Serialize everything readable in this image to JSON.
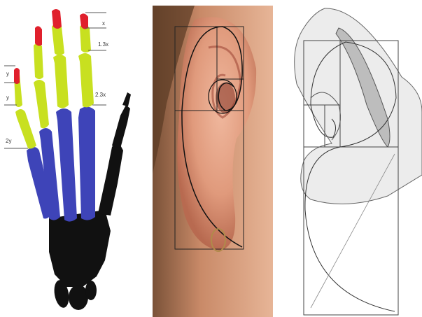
{
  "figure": {
    "hand_labels": {
      "x": "x",
      "x13": "1.3x",
      "x23": "2.3x",
      "y1": "y",
      "y2": "y",
      "y3": "2y"
    },
    "colors": {
      "tip": "#e0202c",
      "middle": "#c8e020",
      "proximal": "#3e44b8",
      "palm": "#111111",
      "skin": "#d9987a",
      "line": "#333333"
    }
  }
}
